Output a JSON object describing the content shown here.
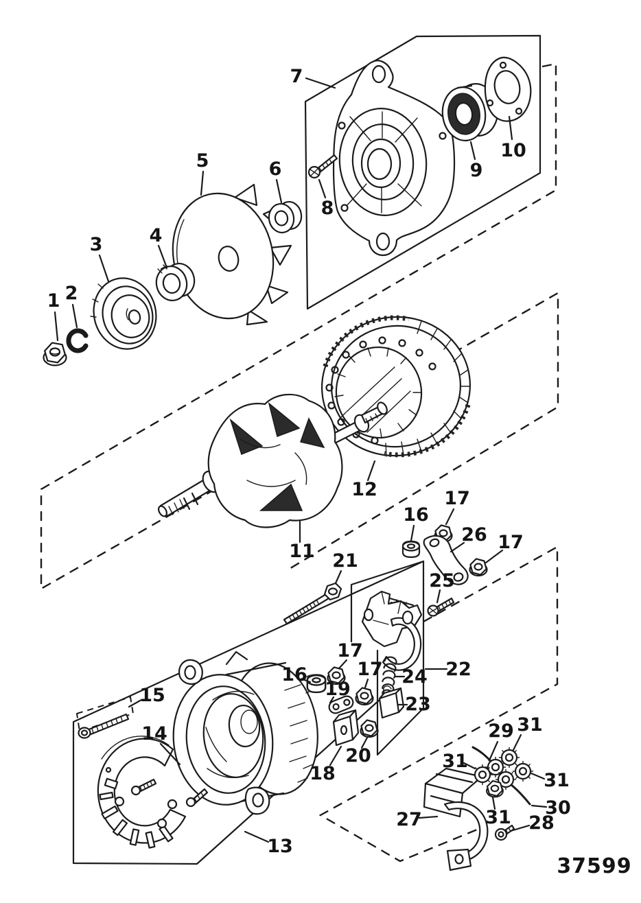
{
  "figure_number": "37599",
  "callouts": {
    "c1": {
      "label": "1"
    },
    "c2": {
      "label": "2"
    },
    "c3": {
      "label": "3"
    },
    "c4": {
      "label": "4"
    },
    "c5": {
      "label": "5"
    },
    "c6": {
      "label": "6"
    },
    "c7": {
      "label": "7"
    },
    "c8": {
      "label": "8"
    },
    "c9": {
      "label": "9"
    },
    "c10": {
      "label": "10"
    },
    "c11": {
      "label": "11"
    },
    "c12": {
      "label": "12"
    },
    "c13": {
      "label": "13"
    },
    "c14": {
      "label": "14"
    },
    "c15": {
      "label": "15"
    },
    "c16a": {
      "label": "16"
    },
    "c16b": {
      "label": "16"
    },
    "c17a": {
      "label": "17"
    },
    "c17b": {
      "label": "17"
    },
    "c17c": {
      "label": "17"
    },
    "c17d": {
      "label": "17"
    },
    "c18": {
      "label": "18"
    },
    "c19": {
      "label": "19"
    },
    "c20": {
      "label": "20"
    },
    "c21": {
      "label": "21"
    },
    "c22": {
      "label": "22"
    },
    "c23": {
      "label": "23"
    },
    "c24": {
      "label": "24"
    },
    "c25": {
      "label": "25"
    },
    "c26": {
      "label": "26"
    },
    "c27": {
      "label": "27"
    },
    "c28": {
      "label": "28"
    },
    "c29": {
      "label": "29"
    },
    "c30": {
      "label": "30"
    },
    "c31a": {
      "label": "31"
    },
    "c31b": {
      "label": "31"
    },
    "c31c": {
      "label": "31"
    },
    "c31d": {
      "label": "31"
    }
  }
}
